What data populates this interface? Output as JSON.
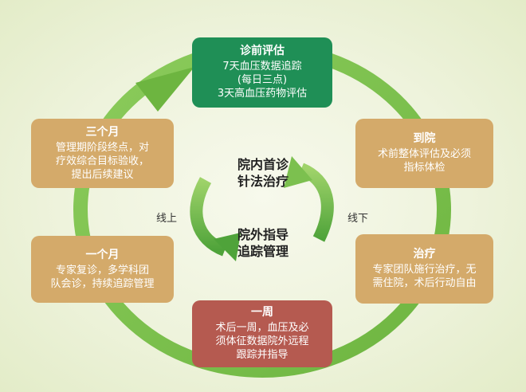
{
  "nodes": {
    "top": {
      "title": "诊前评估",
      "lines": [
        "7天血压数据追踪",
        "(每日三点)",
        "3天高血压药物评估"
      ]
    },
    "right_top": {
      "title": "到院",
      "lines": [
        "术前整体评估及必须",
        "指标体检"
      ]
    },
    "right_bottom": {
      "title": "治疗",
      "lines": [
        "专家团队施行治疗，无",
        "需住院，术后行动自由"
      ]
    },
    "bottom": {
      "title": "一周",
      "lines": [
        "术后一周，血压及必",
        "须体征数据院外远程",
        "跟踪并指导"
      ]
    },
    "left_bottom": {
      "title": "一个月",
      "lines": [
        "专家复诊，多学科团",
        "队会诊，持续追踪管理"
      ]
    },
    "left_top": {
      "title": "三个月",
      "lines": [
        "管理期阶段终点，对",
        "疗效综合目标验收，",
        "提出后续建议"
      ]
    }
  },
  "center": {
    "top_line1": "院内首诊",
    "top_line2": "针法治疗",
    "bottom_line1": "院外指导",
    "bottom_line2": "追踪管理",
    "left_label": "线上",
    "right_label": "线下"
  },
  "colors": {
    "ring_green": "#7cc04f",
    "inner_arrow_green": "#6fb53f",
    "box_tan": "#d4aa6a",
    "box_green": "#1f8f56",
    "box_red": "#b55a50"
  }
}
